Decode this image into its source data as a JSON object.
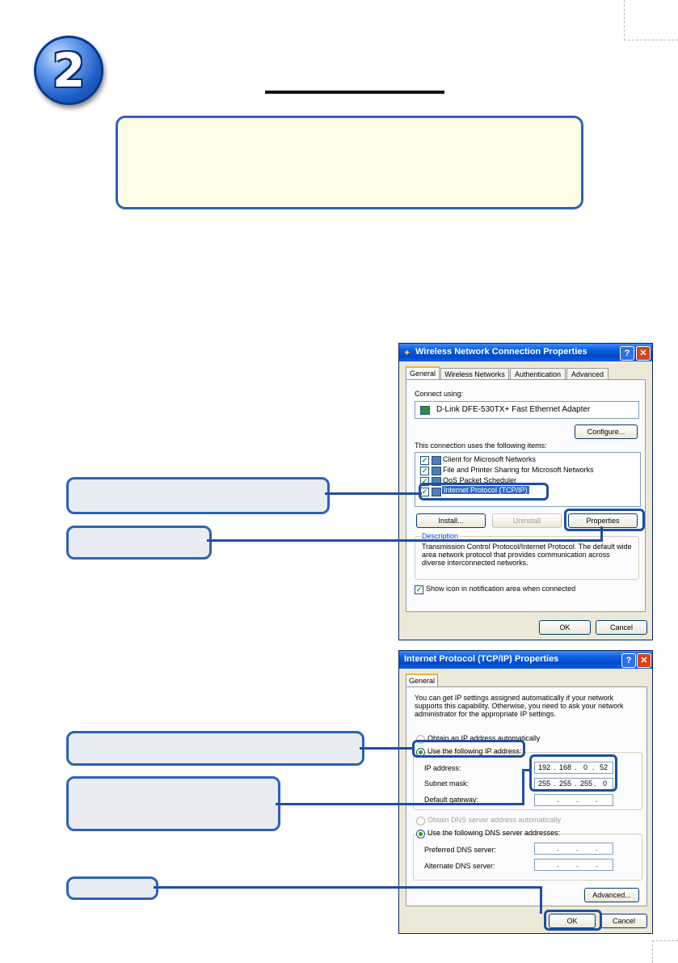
{
  "step": {
    "number": "2"
  },
  "dialog1": {
    "title": "Wireless Network Connection Properties",
    "help": "?",
    "close": "✕",
    "tabs": [
      "General",
      "Wireless Networks",
      "Authentication",
      "Advanced"
    ],
    "connect_using_label": "Connect using:",
    "adapter": "D-Link DFE-530TX+ Fast Ethernet Adapter",
    "configure": "Configure...",
    "items_label": "This connection uses the following items:",
    "items": [
      "Client for Microsoft Networks",
      "File and Printer Sharing for Microsoft Networks",
      "QoS Packet Scheduler",
      "Internet Protocol (TCP/IP)"
    ],
    "install": "Install...",
    "uninstall": "Uninstall",
    "properties": "Properties",
    "description_label": "Description",
    "description": "Transmission Control Protocol/Internet Protocol. The default wide area network protocol that provides communication across diverse interconnected networks.",
    "show_icon": "Show icon in notification area when connected",
    "ok": "OK",
    "cancel": "Cancel"
  },
  "dialog2": {
    "title": "Internet Protocol (TCP/IP) Properties",
    "help": "?",
    "close": "✕",
    "tab": "General",
    "intro": "You can get IP settings assigned automatically if your network supports this capability. Otherwise, you need to ask your network administrator for the appropriate IP settings.",
    "obtain_ip": "Obtain an IP address automatically",
    "use_ip": "Use the following IP address:",
    "ip_label": "IP address:",
    "ip_value": [
      "192",
      "168",
      "0",
      "52"
    ],
    "mask_label": "Subnet mask:",
    "mask_value": [
      "255",
      "255",
      "255",
      "0"
    ],
    "gateway_label": "Default gateway:",
    "obtain_dns": "Obtain DNS server address automatically",
    "use_dns": "Use the following DNS server addresses:",
    "pref_dns_label": "Preferred DNS server:",
    "alt_dns_label": "Alternate DNS server:",
    "advanced": "Advanced...",
    "ok": "OK",
    "cancel": "Cancel"
  }
}
